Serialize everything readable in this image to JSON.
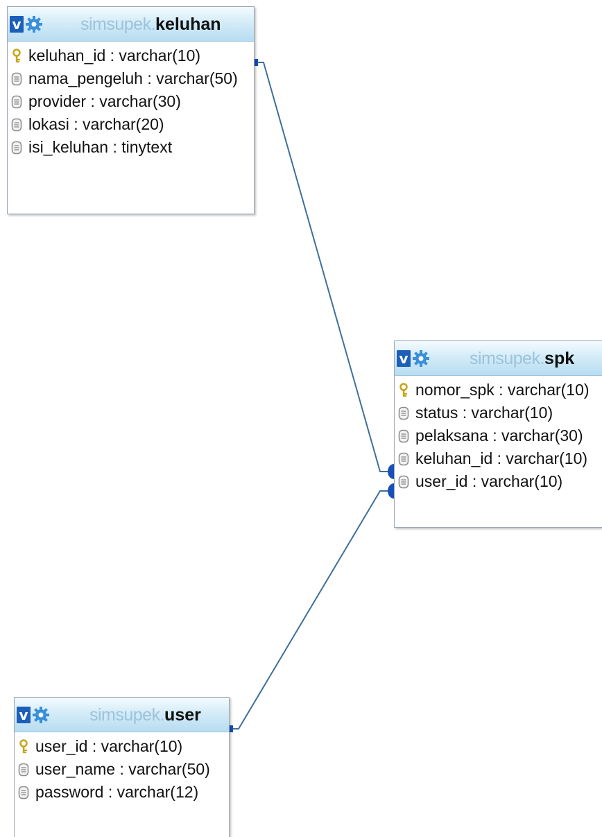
{
  "diagram": {
    "tables": [
      {
        "id": "keluhan",
        "schema": "simsupek.",
        "name": "keluhan",
        "fields": [
          {
            "icon": "primary-key-icon",
            "label": "keluhan_id : varchar(10)"
          },
          {
            "icon": "column-icon",
            "label": "nama_pengeluh : varchar(50)"
          },
          {
            "icon": "column-icon",
            "label": "provider : varchar(30)"
          },
          {
            "icon": "column-icon",
            "label": "lokasi : varchar(20)"
          },
          {
            "icon": "column-icon",
            "label": "isi_keluhan : tinytext"
          }
        ]
      },
      {
        "id": "spk",
        "schema": "simsupek.",
        "name": "spk",
        "fields": [
          {
            "icon": "primary-key-icon",
            "label": "nomor_spk : varchar(10)"
          },
          {
            "icon": "column-icon",
            "label": "status : varchar(10)"
          },
          {
            "icon": "column-icon",
            "label": "pelaksana : varchar(30)"
          },
          {
            "icon": "column-icon",
            "label": "keluhan_id : varchar(10)"
          },
          {
            "icon": "column-icon",
            "label": "user_id : varchar(10)"
          }
        ]
      },
      {
        "id": "user",
        "schema": "simsupek.",
        "name": "user",
        "fields": [
          {
            "icon": "primary-key-icon",
            "label": "user_id : varchar(10)"
          },
          {
            "icon": "column-icon",
            "label": "user_name : varchar(50)"
          },
          {
            "icon": "column-icon",
            "label": "password : varchar(12)"
          }
        ]
      }
    ],
    "relations": [
      {
        "from": "keluhan.keluhan_id",
        "to": "spk.keluhan_id"
      },
      {
        "from": "user.user_id",
        "to": "spk.user_id"
      }
    ],
    "colors": {
      "line": "#3d6f9a",
      "connector": "#1a4fb8",
      "header_top": "#f4fbfe",
      "header_bottom": "#b7dcf1",
      "schema_text": "#9cc3db",
      "key_icon": "#c8a417"
    }
  }
}
